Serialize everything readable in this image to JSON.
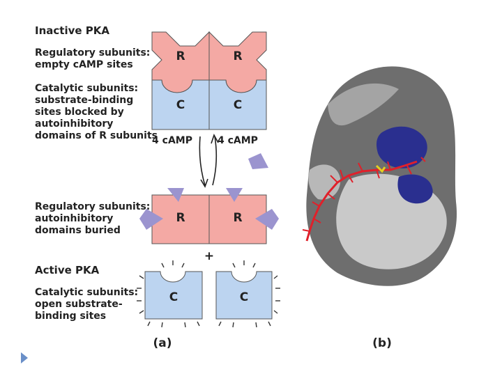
{
  "panel_a": {
    "inactive": {
      "title": "Inactive PKA",
      "regulatory_desc": "Regulatory subunits:\nempty cAMP sites",
      "catalytic_desc": "Catalytic subunits:\nsubstrate-binding\nsites blocked by\nautoinhibitory\ndomains of R subunits"
    },
    "camp_left": "4 cAMP",
    "camp_right": "4 cAMP",
    "bound_regulatory_desc": "Regulatory subunits:\nautoinhibitory\ndomains buried",
    "plus": "+",
    "active": {
      "title": "Active PKA",
      "catalytic_desc": "Catalytic subunits:\nopen substrate-\nbinding sites"
    },
    "r_label": "R",
    "c_label": "C",
    "caption": "(a)"
  },
  "panel_b": {
    "caption": "(b)"
  },
  "colors": {
    "regulatory": "#f4a9a4",
    "catalytic": "#bcd4f0",
    "camp": "#9b94cf",
    "surface_dark": "#6e6e6e",
    "surface_light": "#c9c9c9",
    "site_blue": "#2a2f8f",
    "peptide_red": "#e0202a",
    "nav_arrow": "#6a8fc8"
  }
}
